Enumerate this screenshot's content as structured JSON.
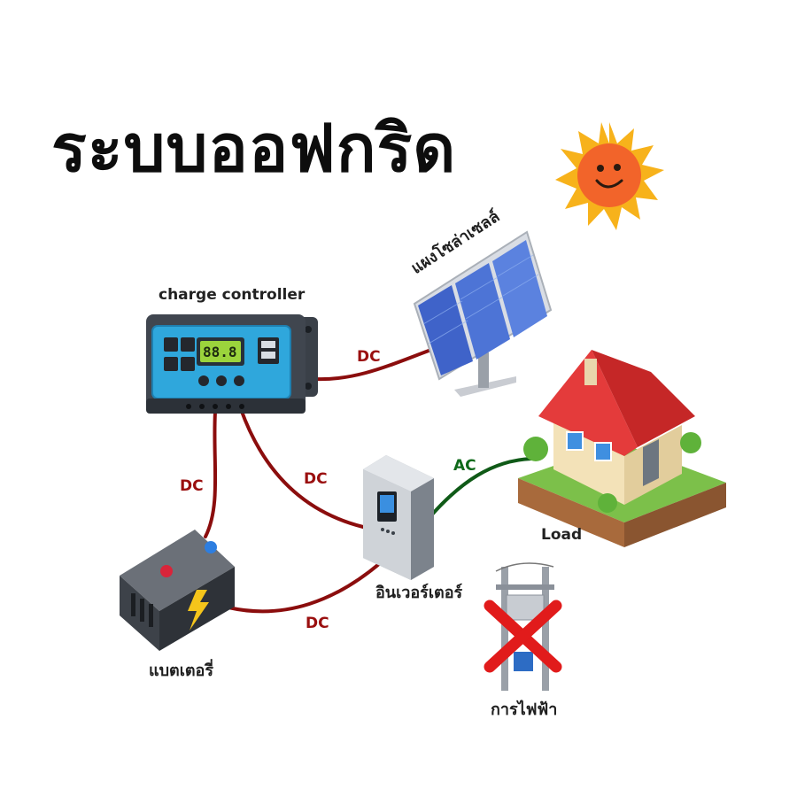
{
  "title": "ระบบออฟกริด",
  "nodes": {
    "charge_controller": {
      "label": "charge controller",
      "display": "88.8"
    },
    "solar_panel": {
      "label": "แผงโซล่าเซลล์"
    },
    "battery": {
      "label": "แบตเตอรี่"
    },
    "inverter": {
      "label": "อินเวอร์เตอร์"
    },
    "load": {
      "label": "Load"
    },
    "grid": {
      "label": "การไฟฟ้า"
    }
  },
  "links": [
    {
      "from": "solar_panel",
      "to": "charge_controller",
      "label": "DC"
    },
    {
      "from": "charge_controller",
      "to": "battery",
      "label": "DC"
    },
    {
      "from": "charge_controller",
      "to": "inverter",
      "label": "DC"
    },
    {
      "from": "battery",
      "to": "inverter",
      "label": "DC"
    },
    {
      "from": "inverter",
      "to": "load",
      "label": "AC"
    }
  ],
  "colors": {
    "dc_wire": "#8b0d0d",
    "ac_wire": "#0f5a17",
    "no_grid_cross": "#e11b1b",
    "sun": "#f7a21b"
  }
}
